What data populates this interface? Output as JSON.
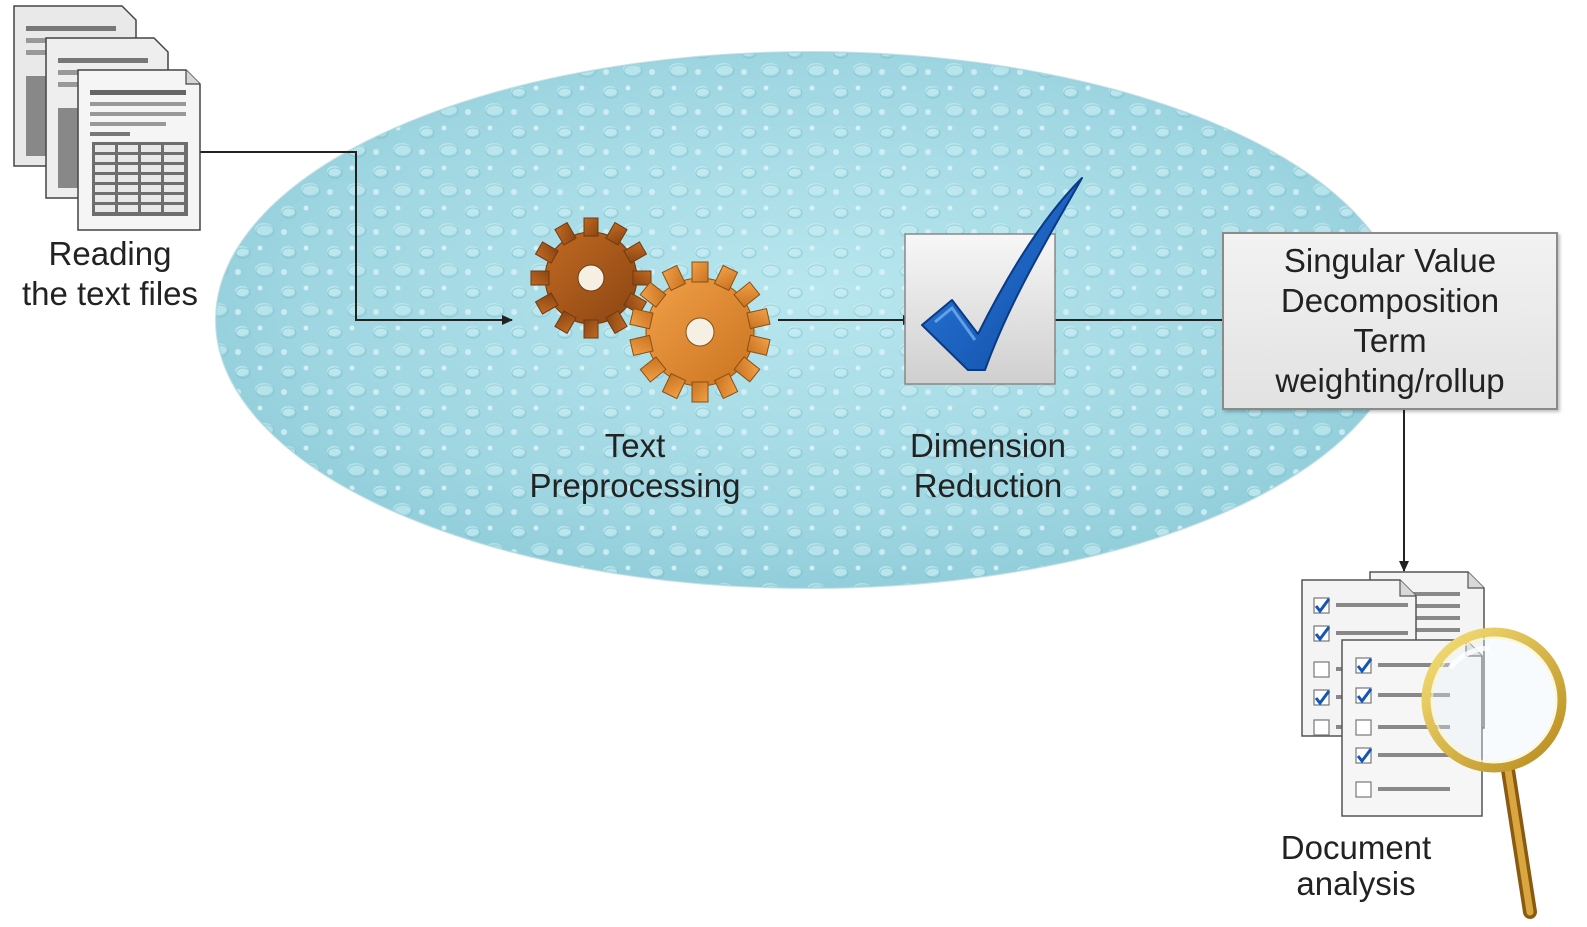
{
  "labels": {
    "reading": [
      "Reading",
      "the text files"
    ],
    "preprocessing": [
      "Text",
      "Preprocessing"
    ],
    "dimension": [
      "Dimension",
      "Reduction"
    ],
    "svd": [
      "Singular Value",
      "Decomposition",
      "Term",
      "weighting/rollup"
    ],
    "analysis": [
      "Document",
      "analysis"
    ]
  },
  "icons": {
    "documents": "stacked-spreadsheet-documents-icon",
    "gears": "gears-icon",
    "checkmark": "checkmark-icon",
    "analysis": "checklist-magnifier-icon"
  },
  "colors": {
    "ellipse": "#a8dde6",
    "gear_dark": "#a65a1e",
    "gear_light": "#e0892e",
    "check": "#1565c0",
    "connector": "#222222"
  }
}
